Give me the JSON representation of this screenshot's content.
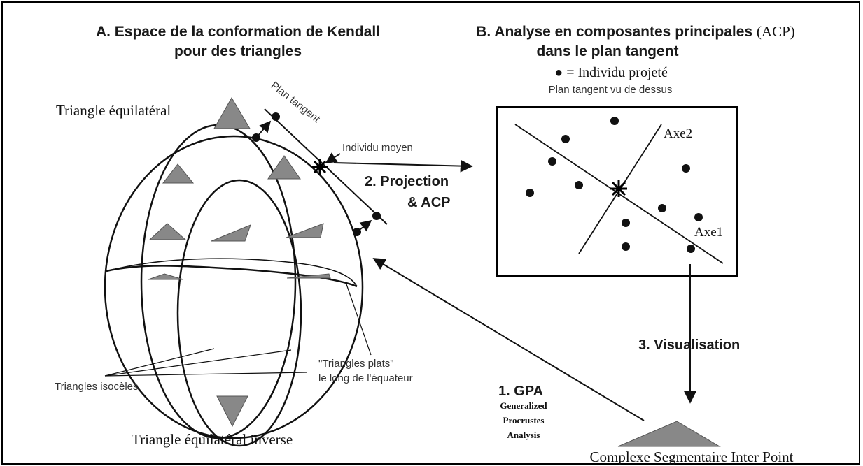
{
  "panel_a": {
    "title_line1": "A. Espace de la conformation de Kendall",
    "title_line2": "pour des triangles",
    "label_top": "Triangle équilatéral",
    "label_bottom": "Triangle équilatéral inverse",
    "label_tangent": "Plan tangent",
    "label_mean": "Individu moyen",
    "label_flat_1": "\"Triangles plats\"",
    "label_flat_2": "le long de l'équateur",
    "label_isoceles": "Triangles isocèles"
  },
  "panel_b": {
    "title_line1": "B. Analyse en composantes principales",
    "title_acp": "(ACP)",
    "title_line2": "dans le plan tangent",
    "legend": "● = Individu projeté",
    "subtitle": "Plan tangent vu de dessus",
    "axis1": "Axe1",
    "axis2": "Axe2"
  },
  "steps": {
    "step2_line1": "2. Projection",
    "step2_line2": "& ACP",
    "step3": "3. Visualisation",
    "step1": "1. GPA",
    "step1_sub1": "Generalized",
    "step1_sub2": "Procrustes",
    "step1_sub3": "Analysis"
  },
  "bottom_label": "Complexe Segmentaire Inter Point"
}
